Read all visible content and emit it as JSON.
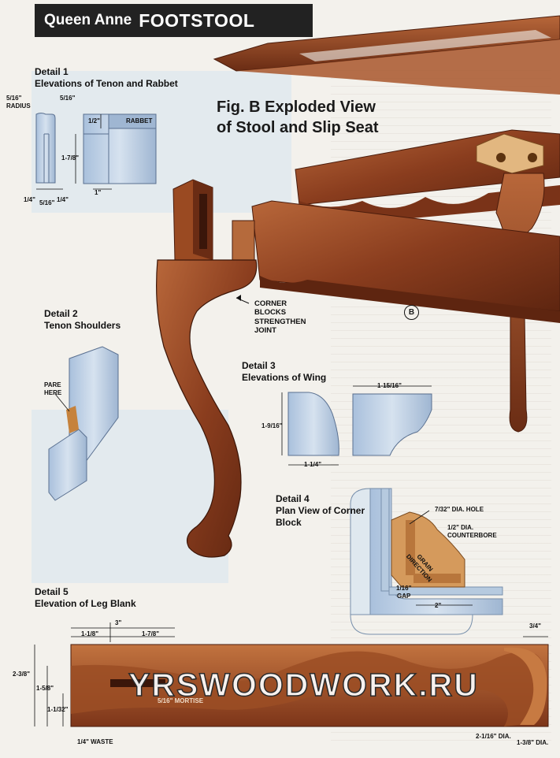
{
  "header": {
    "title_small": "Queen Anne",
    "title_big": "FOOTSTOOL"
  },
  "figure": {
    "title_line1": "Fig. B Exploded View",
    "title_line2": "of Stool and Slip Seat",
    "badge": "B",
    "callout_lines": [
      "CORNER",
      "BLOCKS",
      "STRENGTHEN",
      "JOINT"
    ]
  },
  "detail1": {
    "title": "Detail 1",
    "subtitle": "Elevations of Tenon and Rabbet",
    "dims": {
      "radius_top": "5/16\"",
      "radius_bottom": "RADIUS",
      "top": "5/16\"",
      "half": "1/2\"",
      "rabbet": "RABBET",
      "height": "1-7/8\"",
      "quarter_left": "1/4\"",
      "mid": "5/16\"",
      "quarter_right": "1/4\"",
      "width": "1\""
    }
  },
  "detail2": {
    "title": "Detail 2",
    "subtitle": "Tenon Shoulders",
    "pare_1": "PARE",
    "pare_2": "HERE"
  },
  "detail3": {
    "title": "Detail 3",
    "subtitle": "Elevations of Wing",
    "height": "1-9/16\"",
    "width_left": "1-1/4\"",
    "width_right": "1-15/16\""
  },
  "detail4": {
    "title": "Detail 4",
    "subtitle_1": "Plan View of Corner",
    "subtitle_2": "Block",
    "hole": "7/32\" DIA. HOLE",
    "counterbore_1": "1/2\" DIA.",
    "counterbore_2": "COUNTERBORE",
    "grain_1": "GRAIN",
    "grain_2": "DIRECTION",
    "gap_1": "1/16\"",
    "gap_2": "GAP",
    "width": "2\""
  },
  "detail5": {
    "title": "Detail 5",
    "subtitle": "Elevation of Leg Blank",
    "overall": "3\"",
    "left_part": "1-1/8\"",
    "right_part": "1-7/8\"",
    "right_top": "3/4\"",
    "height": "2-3/8\"",
    "upper": "1-5/8\"",
    "lower": "1-1/32\"",
    "waste": "1/4\" WASTE",
    "mortise": "5/16\" MORTISE",
    "dia_small": "2-1/16\" DIA.",
    "dia_large": "1-3/8\" DIA."
  },
  "watermark": "YRSWOODWORK.RU",
  "colors": {
    "wood": "#8a3d1e",
    "wood_dark": "#5e2510",
    "wood_light": "#b8673a",
    "header": "#222222",
    "blueprint": "#c7d6e6"
  }
}
